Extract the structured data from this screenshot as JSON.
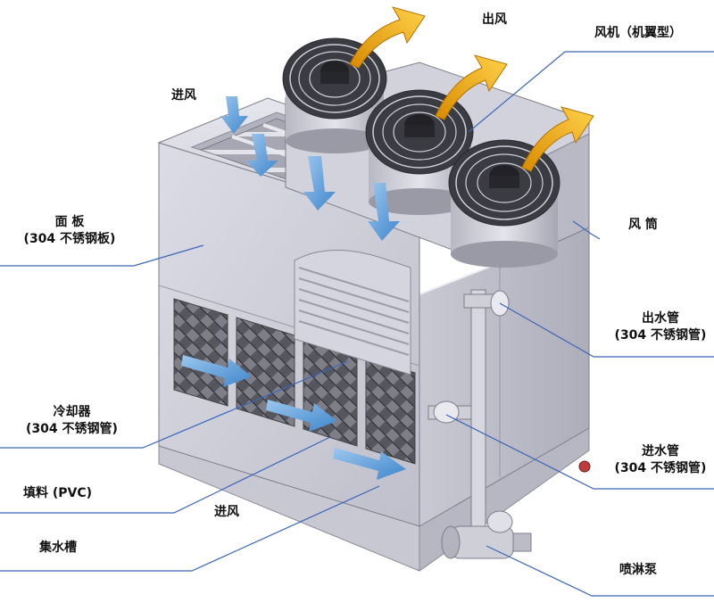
{
  "labels": {
    "air_in_top": "进风",
    "air_out": "出风",
    "fan": "风机（机翼型）",
    "panel_line1": "面 板",
    "panel_line2": "(304 不锈钢板)",
    "fan_duct": "风 筒",
    "outlet_pipe_line1": "出水管",
    "outlet_pipe_line2": "(304 不锈钢管)",
    "cooler_line1": "冷却器",
    "cooler_line2": "(304 不锈钢管)",
    "inlet_pipe_line1": "进水管",
    "inlet_pipe_line2": "(304 不锈钢管)",
    "fill": "填料 (PVC)",
    "air_in_bottom": "进风",
    "water_tank": "集水槽",
    "spray_pump": "喷淋泵"
  },
  "colors": {
    "leader_line": "#3a66b8",
    "flow_arrow_in": "#5b9bd5",
    "flow_arrow_out": "#f0a818",
    "casing": "#c8c8d4"
  }
}
